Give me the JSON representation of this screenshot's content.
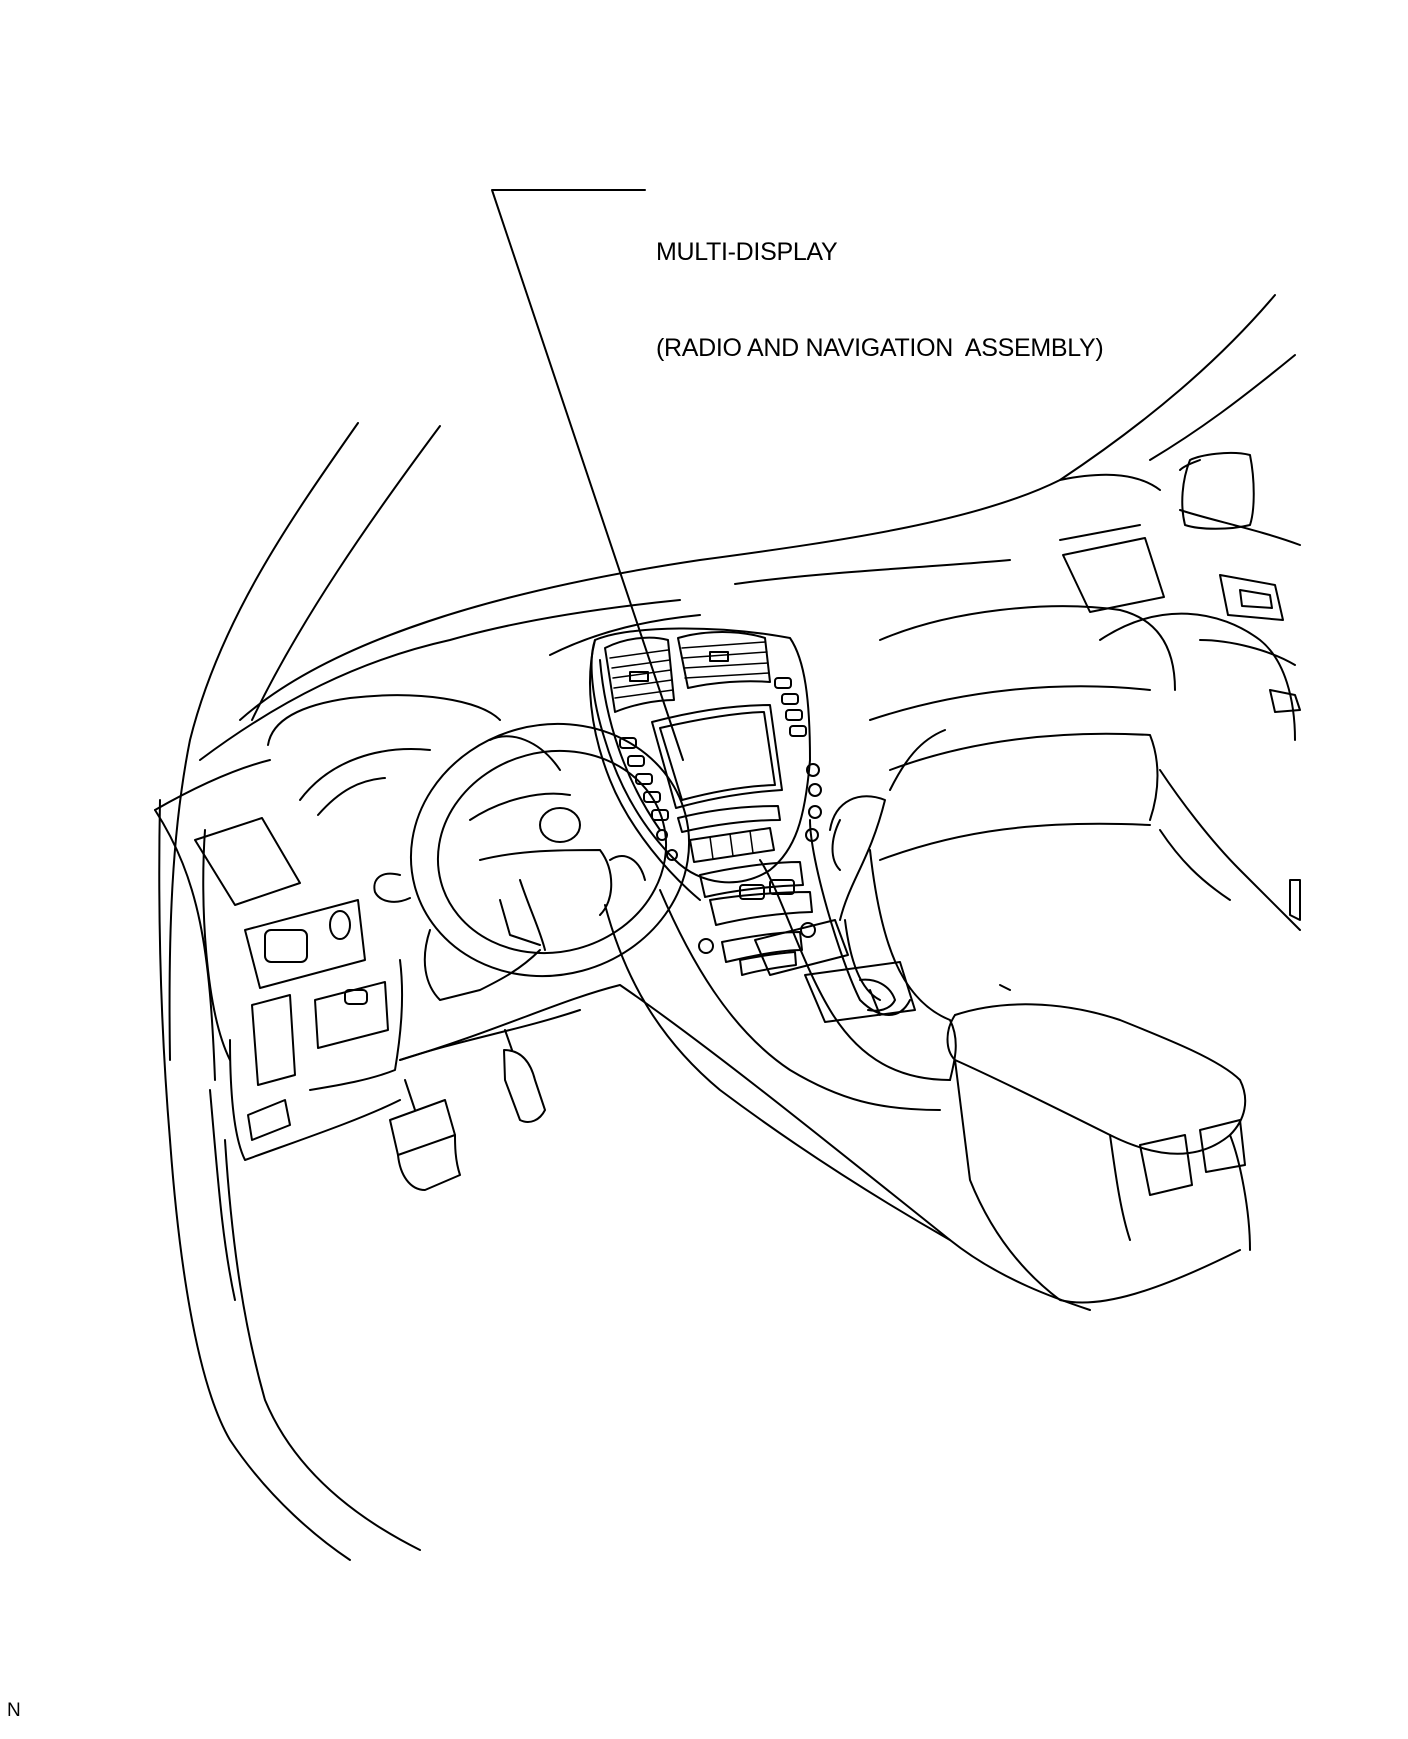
{
  "callout": {
    "line1": "MULTI-DISPLAY",
    "line2": "(RADIO AND NAVIGATION  ASSEMBLY)"
  },
  "figure_code": "N"
}
